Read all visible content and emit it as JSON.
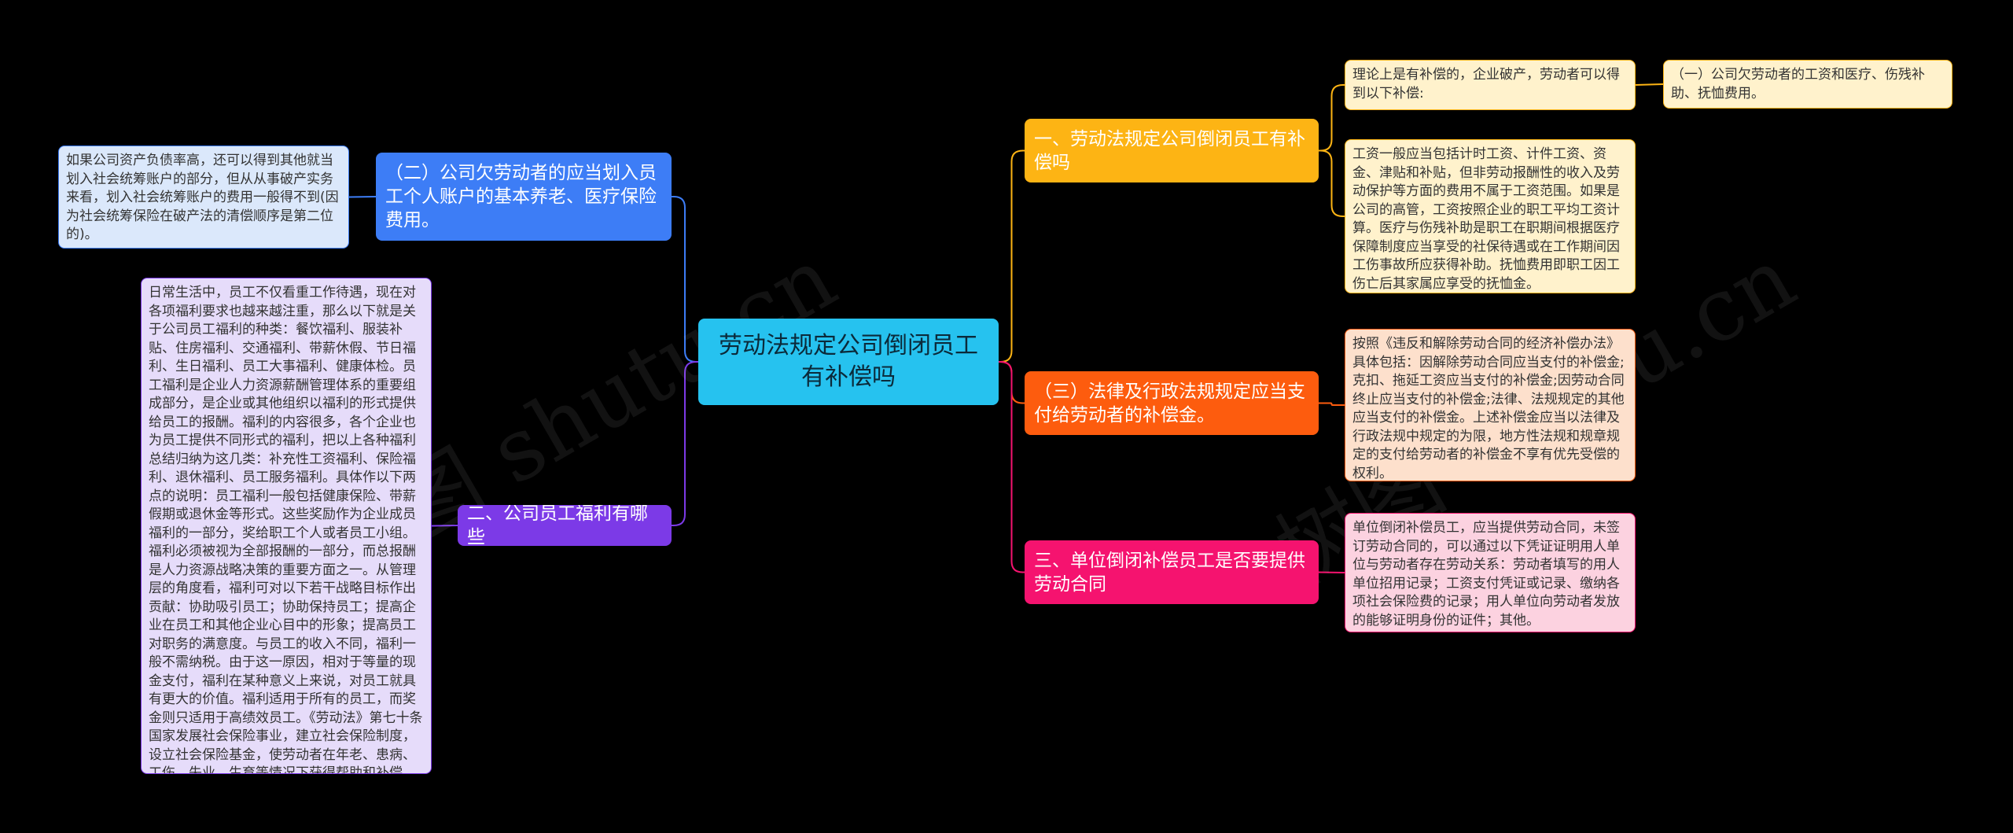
{
  "colors": {
    "root": "#26c2ef",
    "branch_1": "#fdb414",
    "branch_2": "#fd5c0e",
    "branch_3": "#f5136f",
    "branch_4": "#3d7df6",
    "branch_5": "#7c3ae7",
    "leaf_yellow": "#fff2cc",
    "leaf_orange": "#fde0cc",
    "leaf_pink": "#fcd2e0",
    "leaf_blue": "#dbe8fb",
    "leaf_purple": "#e6dcfa"
  },
  "watermark": {
    "left_text": "树图 shutu.cn",
    "right_text": "树图 shutu.cn"
  },
  "mindmap": {
    "root": "劳动法规定公司倒闭员工有补偿吗",
    "right_branches": [
      {
        "label": "一、劳动法规定公司倒闭员工有补偿吗",
        "children": [
          {
            "text": "理论上是有补偿的，企业破产，劳动者可以得到以下补偿:",
            "children": [
              {
                "text": "（一）公司欠劳动者的工资和医疗、伤残补助、抚恤费用。"
              }
            ]
          },
          {
            "text": "工资一般应当包括计时工资、计件工资、资金、津贴和补贴，但非劳动报酬性的收入及劳动保护等方面的费用不属于工资范围。如果是公司的高管，工资按照企业的职工平均工资计算。医疗与伤残补助是职工在职期间根据医疗保障制度应当享受的社保待遇或在工作期间因工伤事故所应获得补助。抚恤费用即职工因工伤亡后其家属应享受的抚恤金。"
          }
        ]
      },
      {
        "label": "（三）法律及行政法规规定应当支付给劳动者的补偿金。",
        "children": [
          {
            "text": "按照《违反和解除劳动合同的经济补偿办法》具体包括：因解除劳动合同应当支付的补偿金;克扣、拖延工资应当支付的补偿金;因劳动合同终止应当支付的补偿金;法律、法规规定的其他应当支付的补偿金。上述补偿金应当以法律及行政法规中规定的为限，地方性法规和规章规定的支付给劳动者的补偿金不享有优先受偿的权利。"
          }
        ]
      },
      {
        "label": "三、单位倒闭补偿员工是否要提供劳动合同",
        "children": [
          {
            "text": "单位倒闭补偿员工，应当提供劳动合同，未签订劳动合同的，可以通过以下凭证证明用人单位与劳动者存在劳动关系：劳动者填写的用人单位招用记录；工资支付凭证或记录、缴纳各项社会保险费的记录；用人单位向劳动者发放的能够证明身份的证件；其他。"
          }
        ]
      }
    ],
    "left_branches": [
      {
        "label": "（二）公司欠劳动者的应当划入员工个人账户的基本养老、医疗保险费用。",
        "children": [
          {
            "text": "如果公司资产负债率高，还可以得到其他就当划入社会统筹账户的部分，但从从事破产实务来看，划入社会统筹账户的费用一般得不到(因为社会统筹保险在破产法的清偿顺序是第二位的)。"
          }
        ]
      },
      {
        "label": "二、公司员工福利有哪些",
        "children": [
          {
            "text": "日常生活中，员工不仅看重工作待遇，现在对各项福利要求也越来越注重，那么以下就是关于公司员工福利的种类：餐饮福利、服装补贴、住房福利、交通福利、带薪休假、节日福利、生日福利、员工大事福利、健康体检。员工福利是企业人力资源薪酬管理体系的重要组成部分，是企业或其他组织以福利的形式提供给员工的报酬。福利的内容很多，各个企业也为员工提供不同形式的福利，把以上各种福利总结归纳为这几类：补充性工资福利、保险福利、退休福利、员工服务福利。具体作以下两点的说明：员工福利一般包括健康保险、带薪假期或退休金等形式。这些奖励作为企业成员福利的一部分，奖给职工个人或者员工小组。福利必须被视为全部报酬的一部分，而总报酬是人力资源战略决策的重要方面之一。从管理层的角度看，福利可对以下若干战略目标作出贡献：协助吸引员工；协助保持员工；提高企业在员工和其他企业心目中的形象；提高员工对职务的满意度。与员工的收入不同，福利一般不需纳税。由于这一原因，相对于等量的现金支付，福利在某种意义上来说，对员工就具有更大的价值。福利适用于所有的员工，而奖金则只适用于高绩效员工。《劳动法》第七十条国家发展社会保险事业，建立社会保险制度，设立社会保险基金，使劳动者在年老、患病、工伤、失业、生育等情况下获得帮助和补偿。"
          }
        ]
      }
    ]
  }
}
